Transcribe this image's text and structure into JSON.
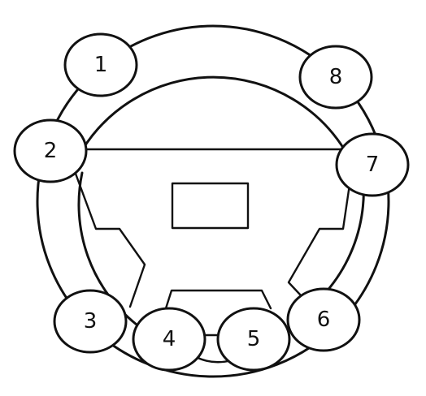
{
  "callouts": [
    {
      "label": "1"
    },
    {
      "label": "2"
    },
    {
      "label": "3"
    },
    {
      "label": "4"
    },
    {
      "label": "5"
    },
    {
      "label": "6"
    },
    {
      "label": "7"
    },
    {
      "label": "8"
    }
  ],
  "colors": {
    "line": "#111111",
    "background": "#ffffff"
  }
}
